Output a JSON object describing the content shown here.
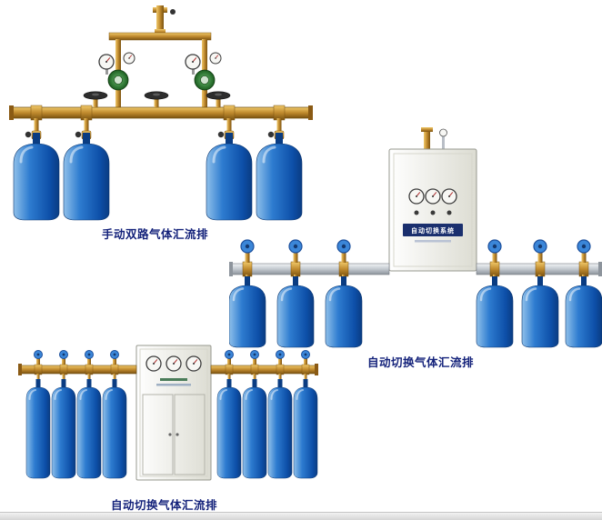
{
  "page": {
    "background": "#ffffff"
  },
  "colors": {
    "caption": "#15237b",
    "brass": "#c08a2e",
    "cylinder_blue": "#2e7cd0",
    "cabinet": "#f2f2ec",
    "silver_pipe": "#c2c8cf",
    "valve_blue": "#3b86d8",
    "regulator_green": "#2e7d32",
    "handwheel_dark": "#2d2d2d",
    "plaque_navy": "#1a2f6e"
  },
  "products": [
    {
      "id": "manual-dual-manifold",
      "caption": "手动双路气体汇流排",
      "cylinder_count": 4
    },
    {
      "id": "auto-switch-wall",
      "caption": "自动切换气体汇流排",
      "cylinder_count": 6,
      "cabinet_label": "自动切换系统"
    },
    {
      "id": "auto-switch-floor",
      "caption": "自动切换气体汇流排",
      "cylinder_count": 8
    }
  ]
}
